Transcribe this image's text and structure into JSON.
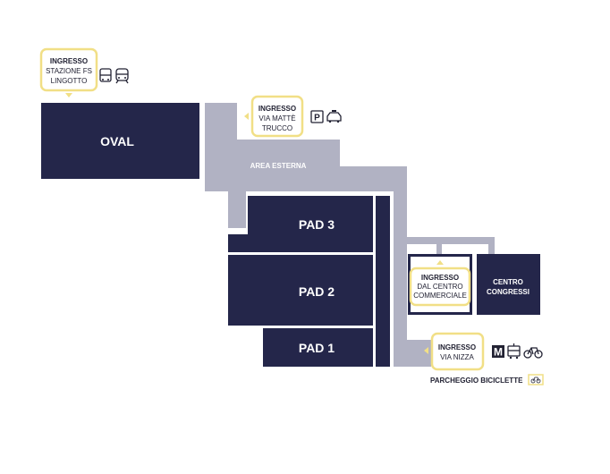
{
  "halls": {
    "oval": "OVAL",
    "pad3": "PAD 3",
    "pad2": "PAD 2",
    "pad1": "PAD 1",
    "centro_line1": "CENTRO",
    "centro_line2": "CONGRESSI"
  },
  "area_esterna": "AREA ESTERNA",
  "entrances": {
    "stazione": {
      "title": "INGRESSO",
      "line1": "STAZIONE FS",
      "line2": "LINGOTTO"
    },
    "matte": {
      "title": "INGRESSO",
      "line1": "VIA MATTÈ",
      "line2": "TRUCCO"
    },
    "centro": {
      "title": "INGRESSO",
      "line1": "DAL CENTRO",
      "line2": "COMMERCIALE"
    },
    "nizza": {
      "title": "INGRESSO",
      "line1": "VIA NIZZA"
    }
  },
  "icons": {
    "parking": "P",
    "metro": "M"
  },
  "legend": {
    "parcheggio": "PARCHEGGIO BICICLETTE"
  },
  "colors": {
    "hall": "#24264a",
    "outdoor": "#b1b2c3",
    "entrance": "#f1df86"
  }
}
